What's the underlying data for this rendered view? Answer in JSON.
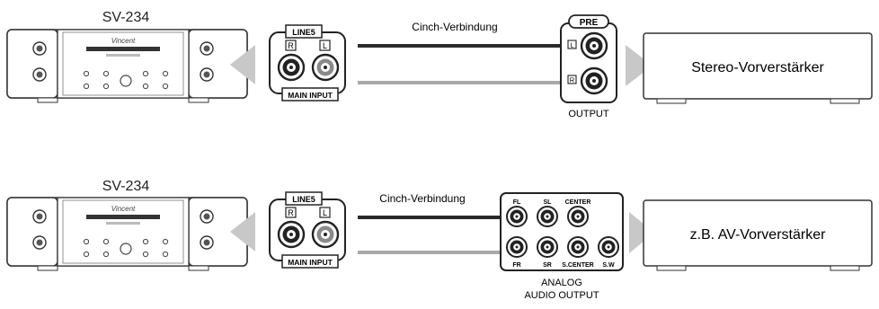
{
  "diagram1": {
    "device_name": "SV-234",
    "brand_script": "Vincent",
    "connector_top_label": "LINE5",
    "connector_bottom_label": "MAIN INPUT",
    "left_r": "R",
    "left_l": "L",
    "cable_label": "Cinch-Verbindung",
    "output_badge": "PRE",
    "out_l": "L",
    "out_r": "R",
    "output_caption": "OUTPUT",
    "target_name": "Stereo-Vorverstärker"
  },
  "diagram2": {
    "device_name": "SV-234",
    "brand_script": "Vincent",
    "connector_top_label": "LINE5",
    "connector_bottom_label": "MAIN INPUT",
    "left_r": "R",
    "left_l": "L",
    "cable_label": "Cinch-Verbindung",
    "jack_labels_top": [
      "FL",
      "SL",
      "CENTER"
    ],
    "jack_labels_bottom": [
      "FR",
      "SR",
      "S.CENTER",
      "S.W"
    ],
    "output_caption_line1": "ANALOG",
    "output_caption_line2": "AUDIO OUTPUT",
    "target_name": "z.B. AV-Vorverstärker"
  },
  "colors": {
    "line": "#333333",
    "cable_dark": "#2a2a2a",
    "cable_light": "#a9a9a9",
    "arrow": "#c8c8c8",
    "device_fill": "#ffffff"
  }
}
